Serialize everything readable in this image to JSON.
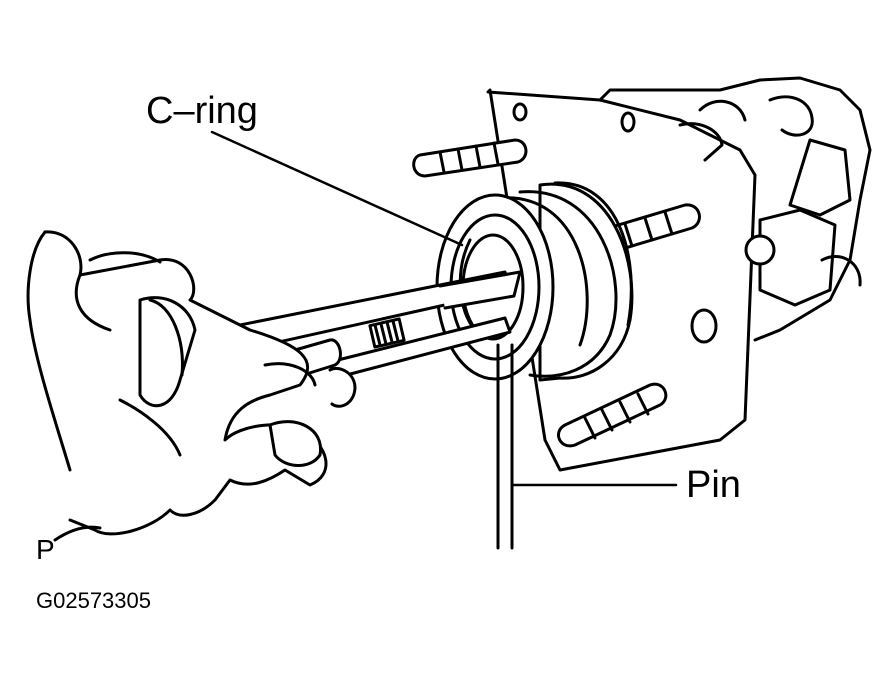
{
  "labels": {
    "c_ring": "C–ring",
    "pin": "Pin",
    "p": "P",
    "figure_code": "G02573305"
  },
  "colors": {
    "ink": "#000000",
    "paper": "#ffffff"
  }
}
